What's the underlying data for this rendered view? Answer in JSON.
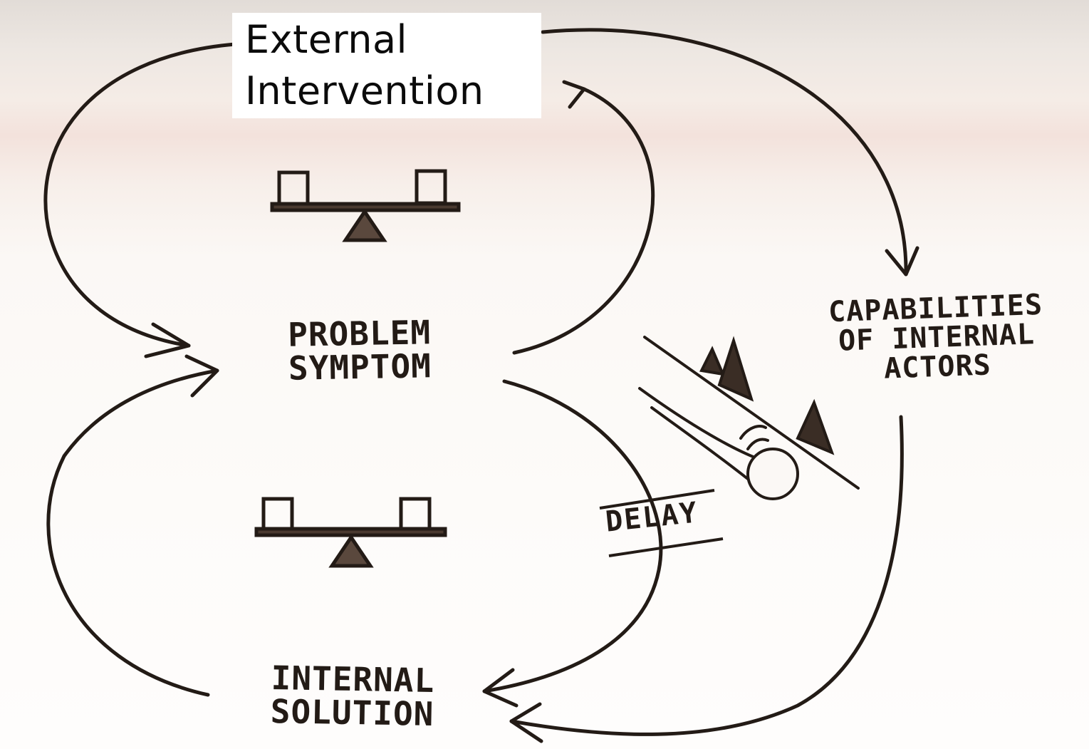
{
  "title": {
    "line1": "External",
    "line2": "Intervention"
  },
  "nodes": {
    "problem_symptom": [
      "PROBLEM",
      "SYMPTOM"
    ],
    "internal_solution": [
      "INTERNAL",
      "SOLUTION"
    ],
    "capabilities": [
      "CAPABILITIES",
      "OF INTERNAL",
      "ACTORS"
    ]
  },
  "delay_label": "DELAY",
  "colors": {
    "ink": "#231b16",
    "paper": "#fbf8f5",
    "title_bg": "#ffffff"
  }
}
